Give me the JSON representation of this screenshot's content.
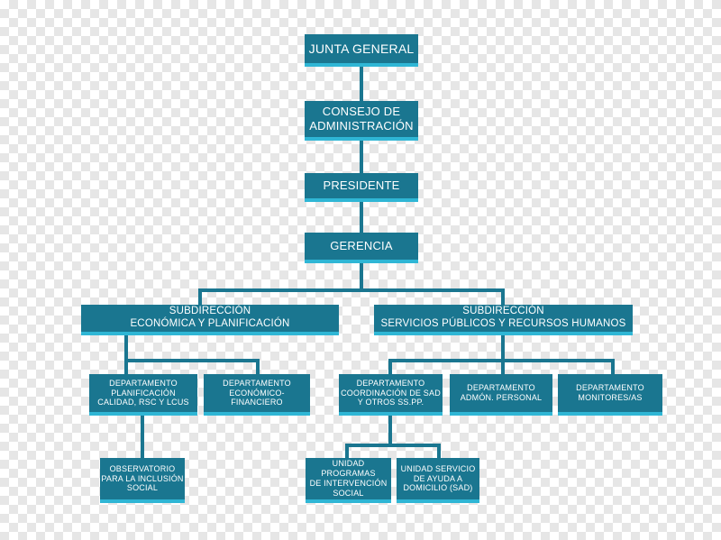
{
  "colors": {
    "box": "#1a7690",
    "connector": "#1a7690",
    "shadow": "#2fb6d5",
    "text": "#ffffff",
    "background": "#ffffff",
    "checker": "#e6e6e6"
  },
  "nodes": {
    "junta_general": "JUNTA GENERAL",
    "consejo": "CONSEJO DE\nADMINISTRACIÓN",
    "presidente": "PRESIDENTE",
    "gerencia": "GERENCIA",
    "sub_economica": "SUBDIRECCIÓN\nECONÓMICA Y PLANIFICACIÓN",
    "sub_servicios": "SUBDIRECCIÓN\nSERVICIOS PÚBLICOS Y RECURSOS HUMANOS",
    "dep_planificacion": "DEPARTAMENTO\nPLANIFICACIÓN\nCALIDAD, RSC Y LCUS",
    "dep_economico": "DEPARTAMENTO\nECONÓMICO-FINANCIERO",
    "dep_coordinacion": "DEPARTAMENTO\nCOORDINACIÓN DE SAD\nY OTROS SS.PP.",
    "dep_admon": "DEPARTAMENTO\nADMÓN. PERSONAL",
    "dep_monitores": "DEPARTAMENTO\nMONITORES/AS",
    "observatorio": "OBSERVATORIO\nPARA LA INCLUSIÓN\nSOCIAL",
    "unidad_programas": "UNIDAD PROGRAMAS\nDE INTERVENCIÓN\nSOCIAL",
    "unidad_servicio": "UNIDAD SERVICIO\nDE AYUDA A\nDOMICILIO (SAD)"
  }
}
